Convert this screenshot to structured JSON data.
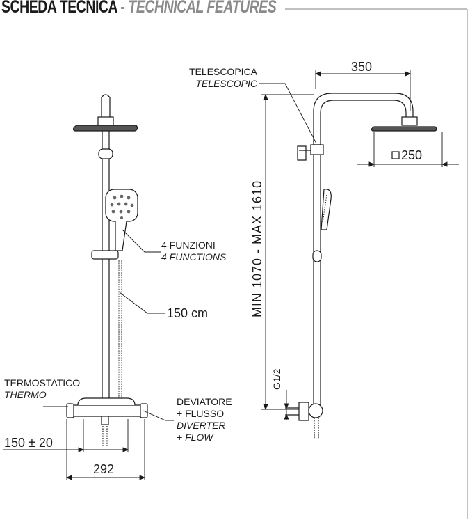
{
  "header": {
    "title_it": "SCHEDA TECNICA",
    "separator": "-",
    "title_en": "TECHNICAL FEATURES"
  },
  "left_view": {
    "functions_it": "4 FUNZIONI",
    "functions_en": "4 FUNCTIONS",
    "hose_length": "150 cm",
    "thermo_it": "TERMOSTATICO",
    "thermo_en": "THERMO",
    "diverter_it": "DEVIATORE",
    "diverter_it2": "+ FLUSSO",
    "diverter_en": "DIVERTER",
    "diverter_en2": "+ FLOW",
    "inlet_spacing": "150 ± 20",
    "mixer_width": "292"
  },
  "right_view": {
    "telescopic_it": "TELESCOPICA",
    "telescopic_en": "TELESCOPIC",
    "arm_length": "350",
    "head_size": "250",
    "height_range": "MIN  1070  -  MAX 1610",
    "connection": "G1/2"
  },
  "colors": {
    "line": "#1a1a1a",
    "gray": "#8a8a8a",
    "fill": "#ffffff"
  }
}
